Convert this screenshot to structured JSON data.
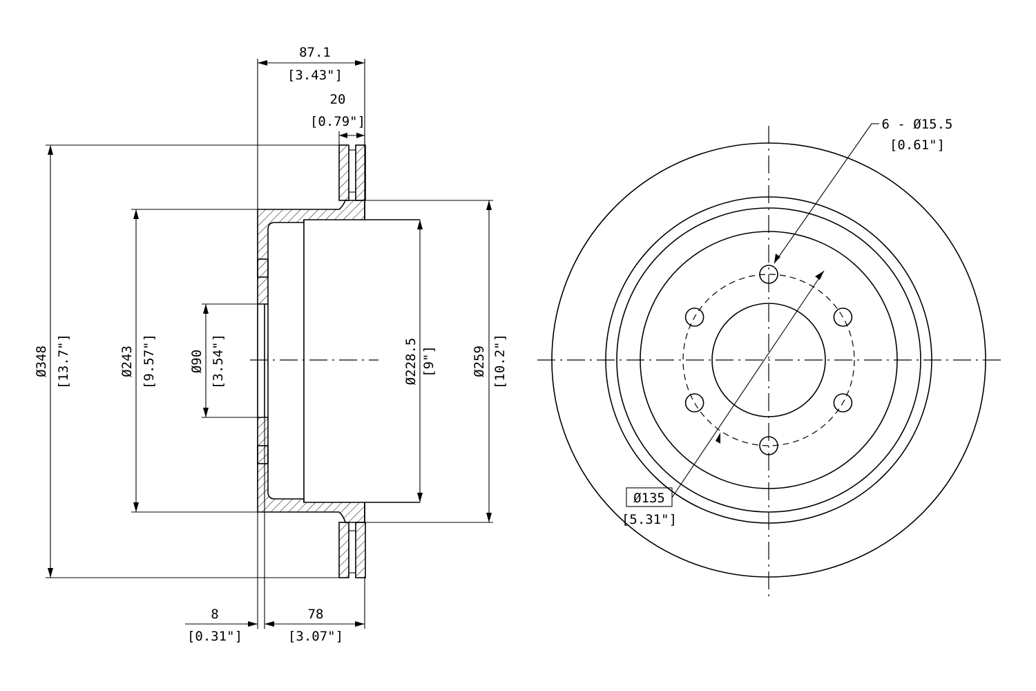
{
  "side_view": {
    "overall_width": {
      "mm": "87.1",
      "inch": "[3.43\"]"
    },
    "rotor_width": {
      "mm": "20",
      "inch": "[0.79\"]"
    },
    "outer_dia": {
      "mm": "Ø348",
      "inch": "[13.7\"]"
    },
    "hat_dia": {
      "mm": "Ø243",
      "inch": "[9.57\"]"
    },
    "center_bore": {
      "mm": "Ø90",
      "inch": "[3.54\"]"
    },
    "inner_dia": {
      "mm": "Ø228.5",
      "inch": "[9\"]"
    },
    "hat_outer": {
      "mm": "Ø259",
      "inch": "[10.2\"]"
    },
    "flange_thickness": {
      "mm": "8",
      "inch": "[0.31\"]"
    },
    "hat_height": {
      "mm": "78",
      "inch": "[3.07\"]"
    }
  },
  "front_view": {
    "bolt_holes": {
      "mm": "6 - Ø15.5",
      "inch": "[0.61\"]"
    },
    "bolt_circle": {
      "mm": "Ø135",
      "inch": "[5.31\"]"
    }
  }
}
